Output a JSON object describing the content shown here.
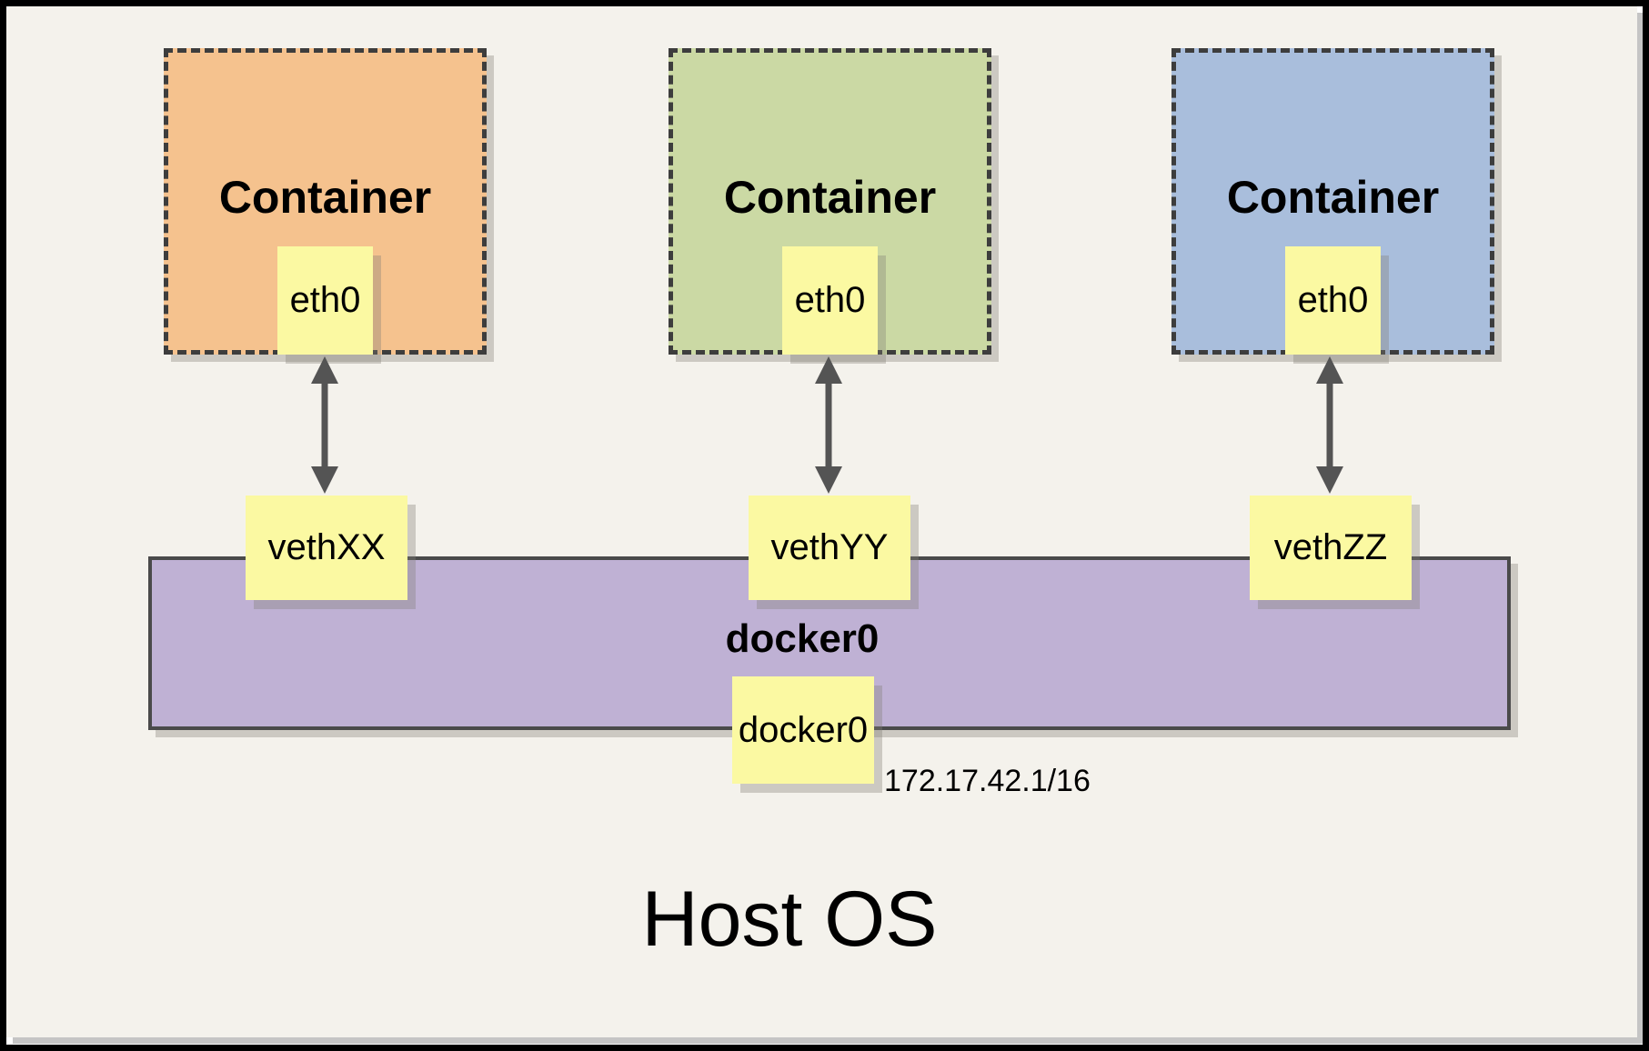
{
  "diagram": {
    "containers": [
      {
        "title": "Container",
        "interface": "eth0",
        "veth": "vethXX",
        "fill": "#F5C28E"
      },
      {
        "title": "Container",
        "interface": "eth0",
        "veth": "vethYY",
        "fill": "#CBD9A4"
      },
      {
        "title": "Container",
        "interface": "eth0",
        "veth": "vethZZ",
        "fill": "#A9BEDC"
      }
    ],
    "bridge": {
      "name": "docker0",
      "interface": "docker0",
      "ip": "172.17.42.1/16",
      "fill": "#BFB1D4"
    },
    "host": {
      "name": "Host OS"
    },
    "connections": [
      {
        "from": "eth0",
        "to": "vethXX",
        "style": "bidirectional-arrow"
      },
      {
        "from": "eth0",
        "to": "vethYY",
        "style": "bidirectional-arrow"
      },
      {
        "from": "eth0",
        "to": "vethZZ",
        "style": "bidirectional-arrow"
      }
    ],
    "colors": {
      "panel_background": "#F4F2EC",
      "note_yellow": "#FBF9A2",
      "container_orange": "#F5C28E",
      "container_green": "#CBD9A4",
      "container_blue": "#A9BEDC",
      "bridge_purple": "#BFB1D4",
      "dashed_border": "#3D3D3D",
      "arrow_gray": "#545454",
      "frame_black": "#000000",
      "shadow_gray": "#C5C5C5"
    }
  }
}
